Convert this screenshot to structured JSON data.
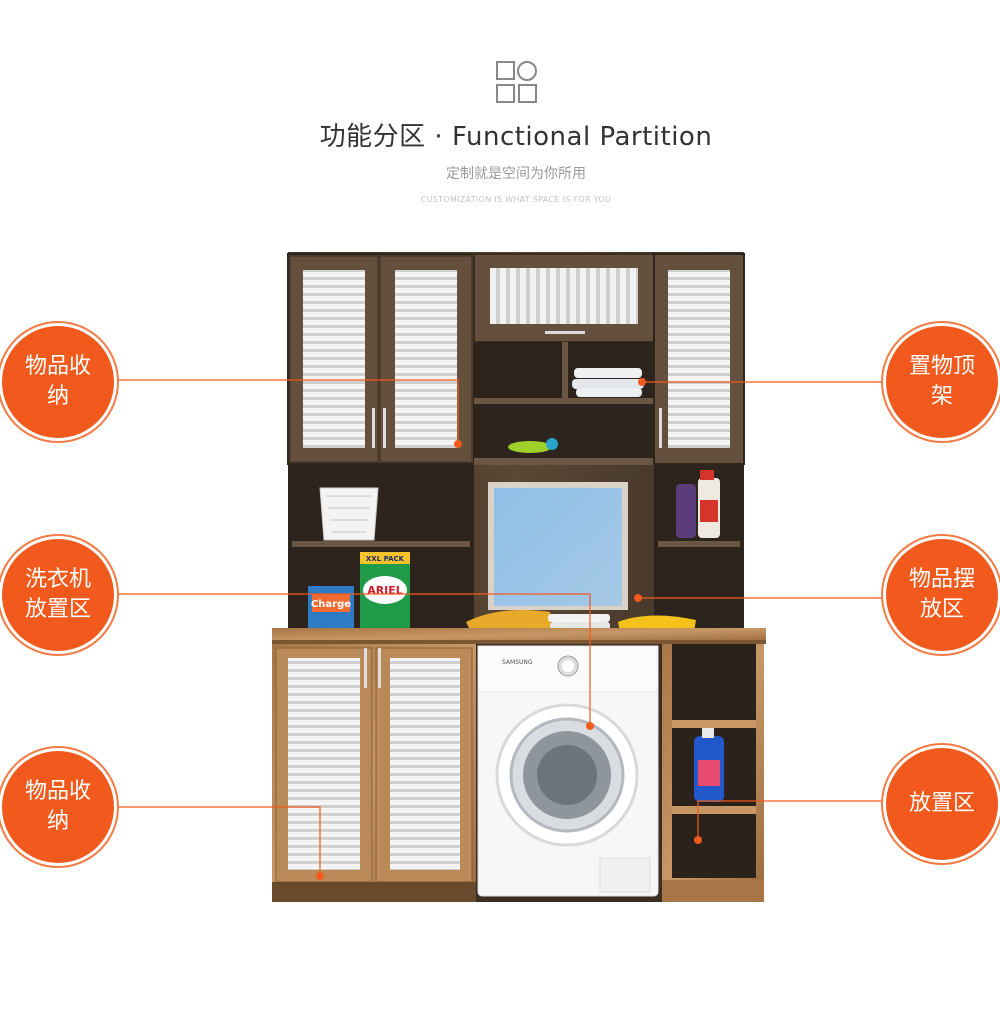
{
  "header": {
    "title": "功能分区 · Functional Partition",
    "subtitle": "定制就是空间为你所用",
    "tagline": "CUSTOMIZATION IS WHAT SPACE IS FOR YOU"
  },
  "labels": [
    {
      "text": "物品收纳"
    },
    {
      "text": "洗衣机放置区"
    },
    {
      "text": "物品收纳"
    },
    {
      "text": "置物顶架"
    },
    {
      "text": "物品摆放区"
    },
    {
      "text": "放置区"
    }
  ],
  "products": {
    "detergent_box_1": "Charge",
    "detergent_box_2": "ARIEL",
    "detergent_box_2_badge": "XXL PACK",
    "washer_brand": "SAMSUNG"
  },
  "colors": {
    "accent": "#f15a1c",
    "wood_dark": "#4a3a2c",
    "wood_light": "#b98a57"
  }
}
